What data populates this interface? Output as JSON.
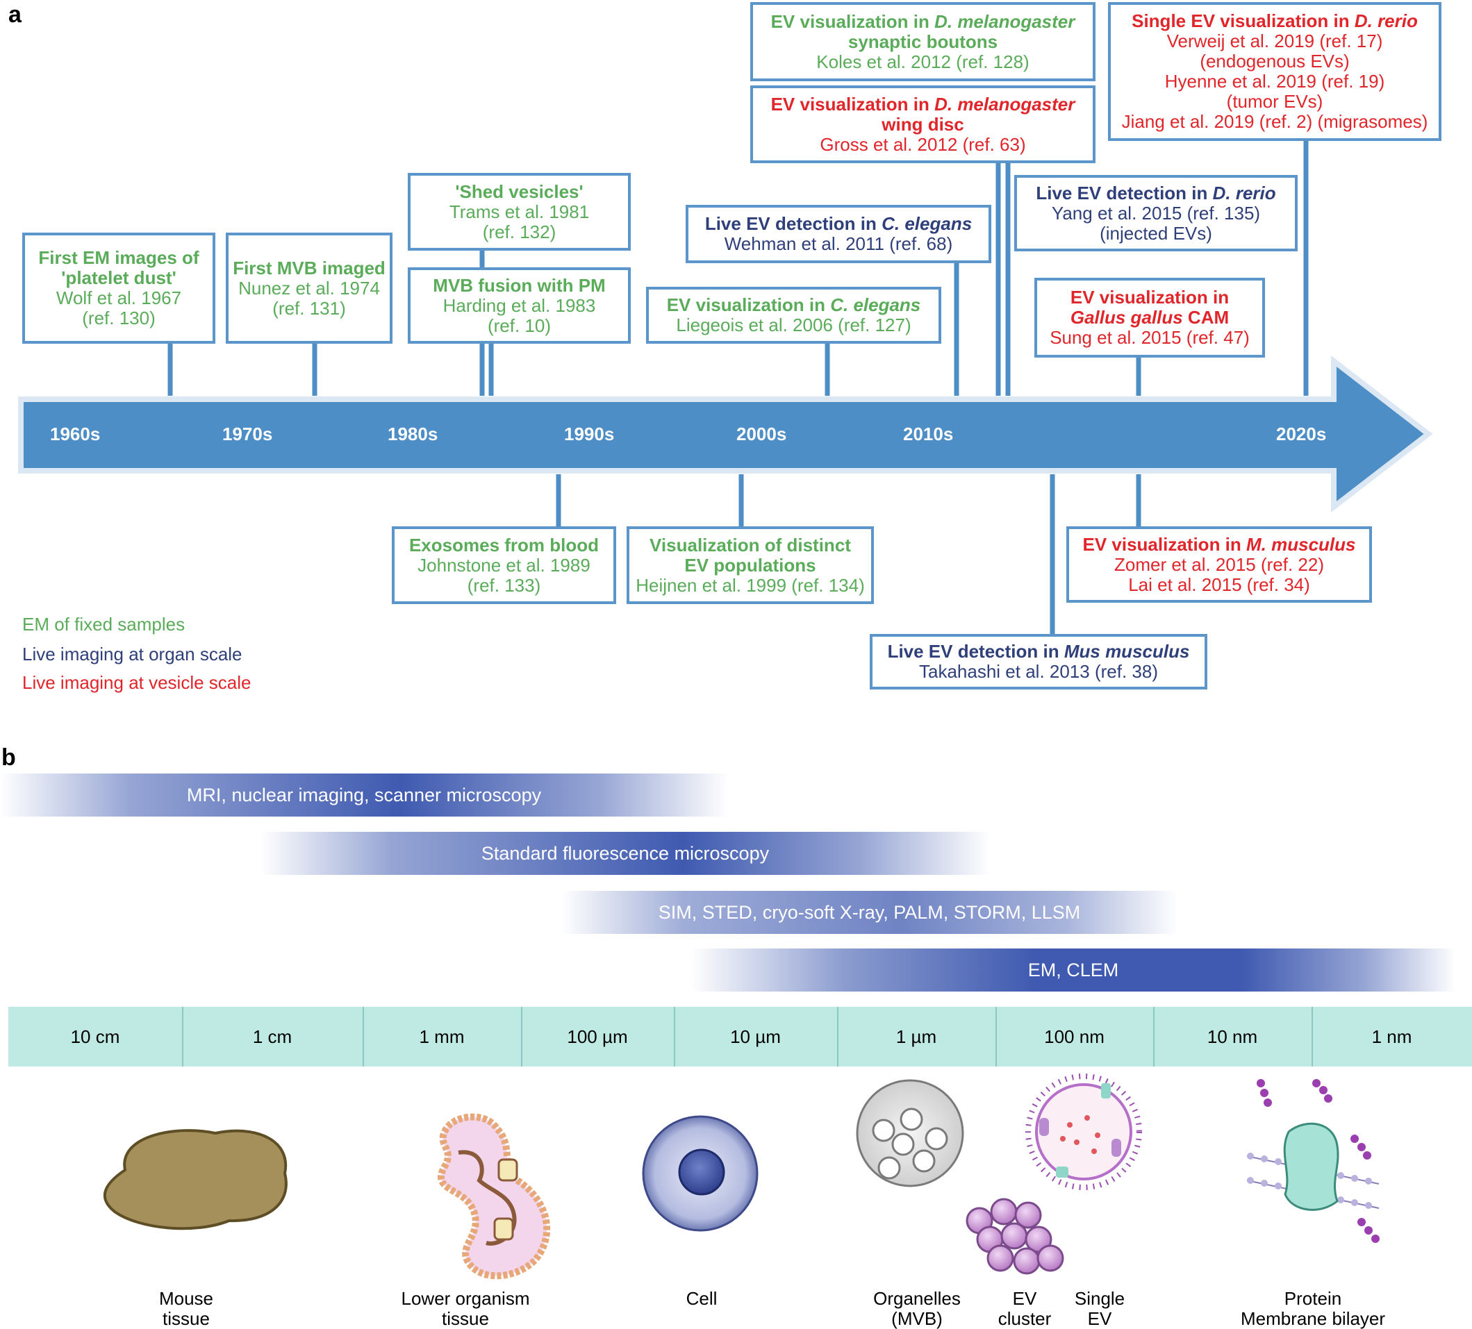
{
  "panel_a": {
    "label": "a",
    "decades": [
      "1960s",
      "1970s",
      "1980s",
      "1990s",
      "2000s",
      "2010s",
      "2020s"
    ],
    "events": [
      {
        "title": "First EM images of 'platelet dust'",
        "lines": [
          "Wolf et al. 1967",
          "(ref. 130)"
        ],
        "category": "EM of fixed samples"
      },
      {
        "title": "First MVB imaged",
        "lines": [
          "Nunez et al. 1974",
          "(ref. 131)"
        ],
        "category": "EM of fixed samples"
      },
      {
        "title": "'Shed vesicles'",
        "lines": [
          "Trams et al. 1981",
          "(ref. 132)"
        ],
        "category": "EM of fixed samples"
      },
      {
        "title": "MVB fusion with PM",
        "lines": [
          "Harding et al. 1983",
          "(ref. 10)"
        ],
        "category": "EM of fixed samples"
      },
      {
        "title_parts": [
          "EV visualization in ",
          "C. elegans"
        ],
        "lines": [
          "Liegeois et al. 2006 (ref. 127)"
        ],
        "category": "EM of fixed samples"
      },
      {
        "title_parts": [
          "Live EV detection in ",
          "C. elegans"
        ],
        "lines": [
          "Wehman et al. 2011 (ref. 68)"
        ],
        "category": "Live imaging at organ scale"
      },
      {
        "title_parts": [
          "EV visualization in ",
          "D. melanogaster"
        ],
        "title2": "synaptic boutons",
        "lines": [
          "Koles et al. 2012 (ref. 128)"
        ],
        "category": "EM of fixed samples"
      },
      {
        "title_parts": [
          "EV visualization in ",
          "D. melanogaster"
        ],
        "title2": "wing disc",
        "lines": [
          "Gross et al. 2012 (ref. 63)"
        ],
        "category": "Live imaging at vesicle scale"
      },
      {
        "title_parts": [
          "Live EV detection in ",
          "D. rerio"
        ],
        "lines": [
          "Yang et al. 2015 (ref. 135)",
          "(injected EVs)"
        ],
        "category": "Live imaging at organ scale"
      },
      {
        "title": "EV visualization in",
        "title2_parts": [
          "Gallus gallus",
          " CAM"
        ],
        "lines": [
          "Sung et al. 2015 (ref. 47)"
        ],
        "category": "Live imaging at vesicle scale"
      },
      {
        "title_parts": [
          "Single EV visualization in ",
          "D. rerio"
        ],
        "lines": [
          "Verweij et al. 2019 (ref. 17)",
          "(endogenous EVs)",
          "Hyenne et al. 2019 (ref. 19)",
          "(tumor EVs)",
          "Jiang et al. 2019 (ref. 2) (migrasomes)"
        ],
        "category": "Live imaging at vesicle scale"
      },
      {
        "title": "Exosomes from blood",
        "lines": [
          "Johnstone et al. 1989",
          "(ref. 133)"
        ],
        "category": "EM of fixed samples"
      },
      {
        "title": "Visualization of distinct",
        "title2": "EV populations",
        "lines": [
          "Heijnen et al. 1999 (ref. 134)"
        ],
        "category": "EM of fixed samples"
      },
      {
        "title_parts": [
          "Live EV detection in ",
          "Mus musculus"
        ],
        "lines": [
          "Takahashi et al. 2013 (ref. 38)"
        ],
        "category": "Live imaging at organ scale"
      },
      {
        "title_parts": [
          "EV visualization in ",
          "M. musculus"
        ],
        "lines": [
          "Zomer et al. 2015 (ref. 22)",
          "Lai et al. 2015 (ref. 34)"
        ],
        "category": "Live imaging at vesicle scale"
      }
    ],
    "legend": [
      {
        "label": "EM of fixed samples",
        "color": "#5aac5a"
      },
      {
        "label": "Live imaging at organ scale",
        "color": "#2f3f7a"
      },
      {
        "label": "Live imaging at vesicle scale",
        "color": "#e0262a"
      }
    ],
    "colors": {
      "arrow": "#4e8ec6",
      "box_border": "#5b95c9"
    }
  },
  "panel_b": {
    "label": "b",
    "techniques": [
      "MRI, nuclear imaging, scanner microscopy",
      "Standard fluorescence microscopy",
      "SIM, STED, cryo-soft X-ray, PALM, STORM, LLSM",
      "EM, CLEM"
    ],
    "scale": [
      "10 cm",
      "1 cm",
      "1 mm",
      "100 µm",
      "10 µm",
      "1 µm",
      "100 nm",
      "10 nm",
      "1 nm"
    ],
    "objects": [
      {
        "line1": "Mouse",
        "line2": "tissue"
      },
      {
        "line1": "Lower organism",
        "line2": "tissue"
      },
      {
        "line1": "Cell",
        "line2": ""
      },
      {
        "line1": "Organelles",
        "line2": "(MVB)"
      },
      {
        "line1": "EV",
        "line2": "cluster"
      },
      {
        "line1": "Single",
        "line2": "EV"
      },
      {
        "line1": "Protein",
        "line2": "Membrane bilayer"
      }
    ],
    "colors": {
      "band": "#3f5ab0",
      "scale_bar": "#bfe9e3"
    }
  }
}
